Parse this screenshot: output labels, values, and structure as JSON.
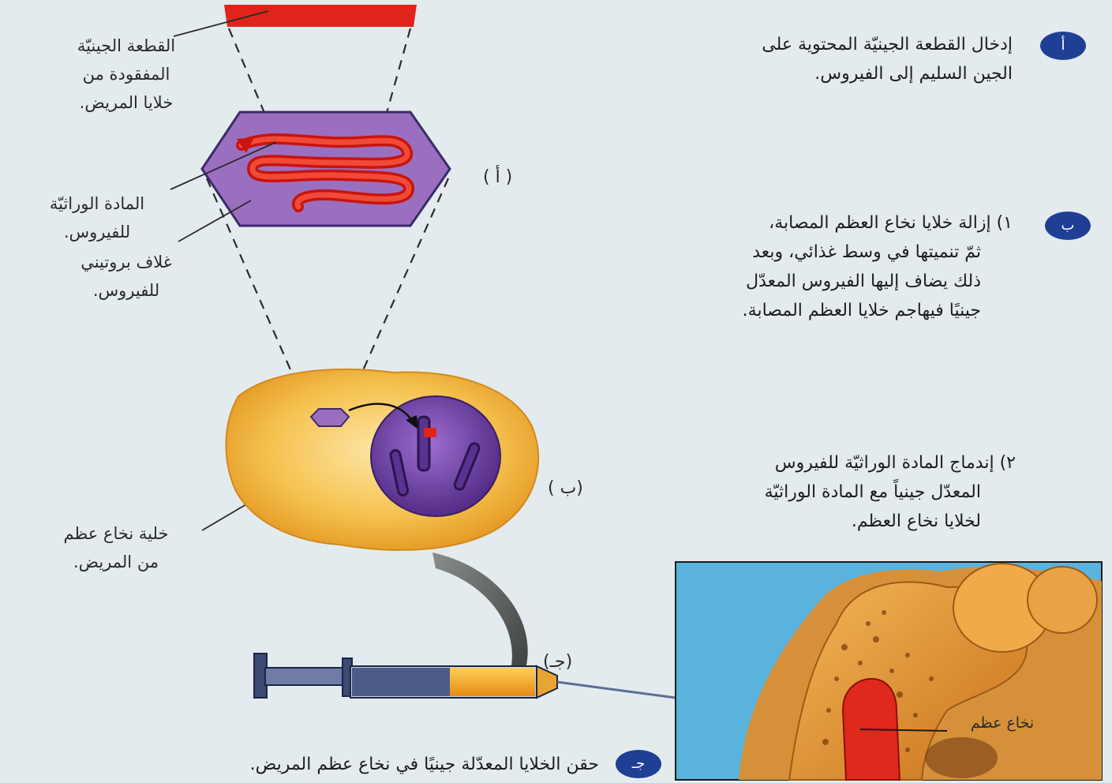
{
  "colors": {
    "background": "#e4ebee",
    "gene_red": "#e0241c",
    "virus_purple": "#9b6fc0",
    "cell_yellow": "#f2b43a",
    "nucleus_purple": "#6b3c9e",
    "badge_blue": "#1f3f94",
    "bone_orange": "#d98a2a",
    "tissue_blue": "#5ab3dc"
  },
  "steps": {
    "a": {
      "badge": "أ",
      "lines": [
        "إدخال القطعة الجينيّة المحتوية على",
        "الجين السليم إلى الفيروس."
      ]
    },
    "b": {
      "badge": "ب",
      "sub1_lines": [
        "١) إزالة خلايا نخاع العظم المصابة،",
        "ثمّ تنميتها في وسط غذائي، وبعد",
        "ذلك يضاف إليها الفيروس المعدّل",
        "جينيًا فيهاجم خلايا العظم المصابة."
      ],
      "sub2_lines": [
        "٢) إندماج المادة الوراثيّة للفيروس",
        "المعدّل جينياً مع المادة الوراثيّة",
        "لخلايا نخاع العظم."
      ]
    },
    "c": {
      "badge": "جـ",
      "text": "حقن الخلايا المعدّلة جينيًا في نخاع عظم المريض."
    }
  },
  "labels": {
    "missing_gene": [
      "القطعة الجينيّة",
      "المفقودة من",
      "خلايا المريض."
    ],
    "viral_genetic_material": [
      "المادة الوراثيّة",
      "للفيروس."
    ],
    "protein_coat": [
      "غلاف بروتيني",
      "للفيروس."
    ],
    "marrow_cell": [
      "خلية نخاع عظم",
      "من المريض."
    ],
    "bone_marrow": "نخاع عظم"
  },
  "figure_tags": {
    "a": "( أ )",
    "b": "(ب )",
    "c": "(جـ)"
  }
}
